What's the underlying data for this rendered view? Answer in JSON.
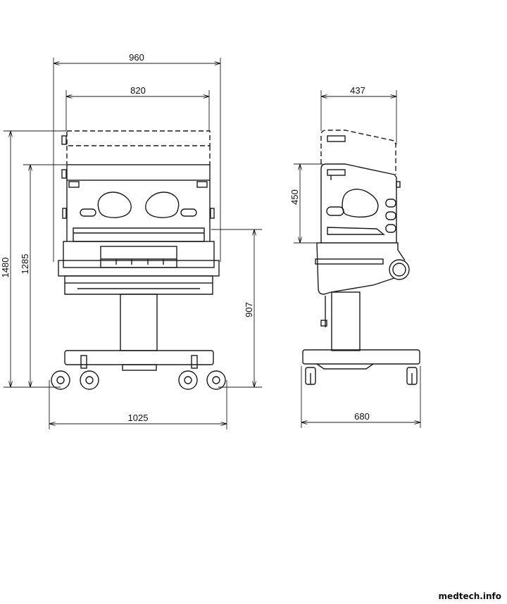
{
  "front_view": {
    "dims": {
      "overall_width": "960",
      "hood_width": "820",
      "height_raised": "1480",
      "height_lowered": "1285",
      "mattress_height": "907",
      "base_width": "1025"
    }
  },
  "side_view": {
    "dims": {
      "hood_depth": "437",
      "hood_height": "450",
      "base_depth": "680"
    }
  },
  "watermark": "medtech.info"
}
